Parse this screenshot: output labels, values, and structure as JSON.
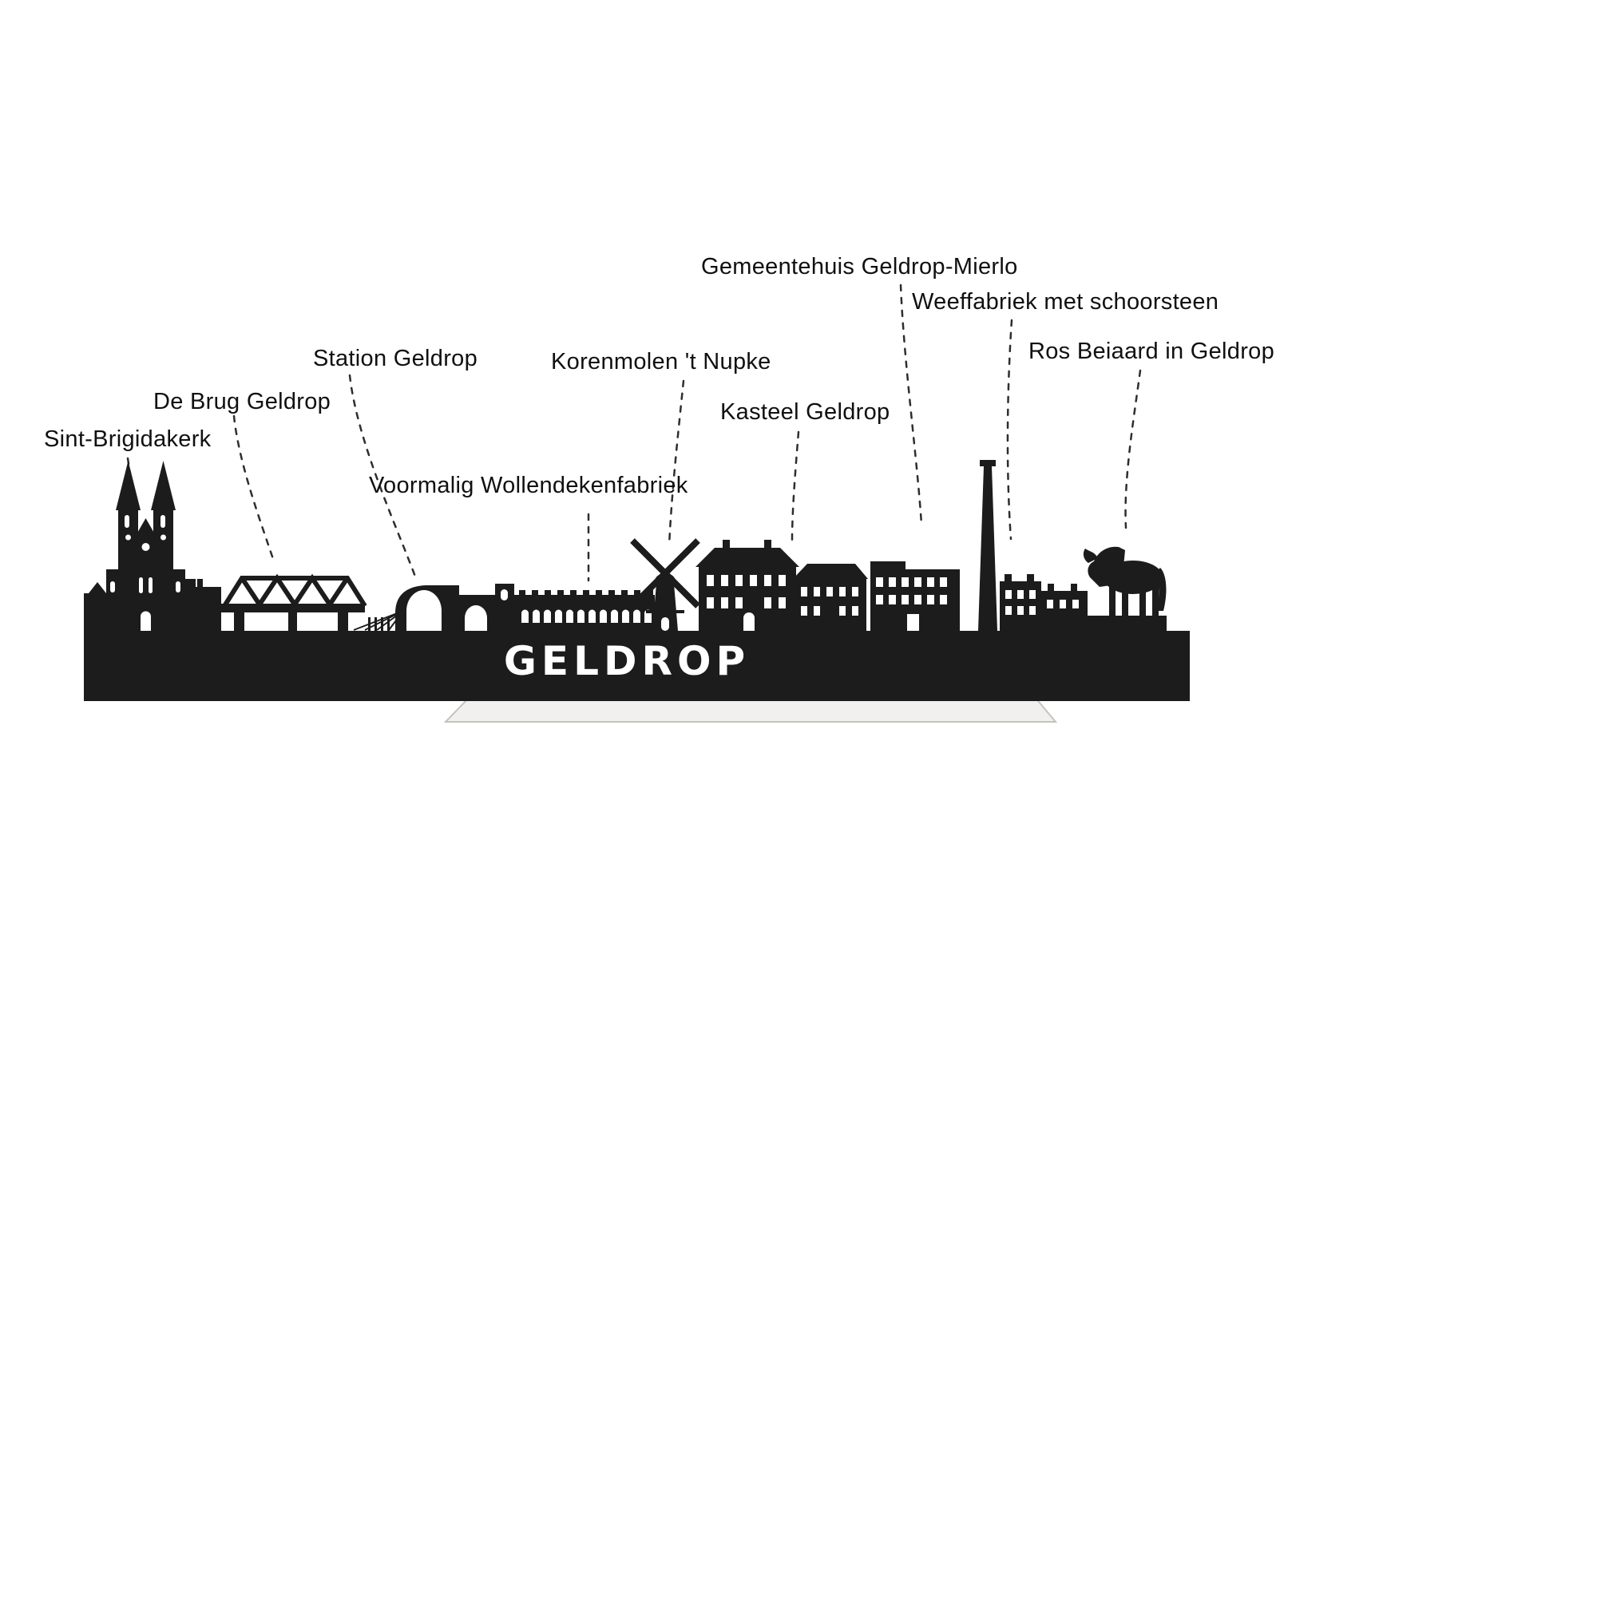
{
  "title": "GELDROP",
  "colors": {
    "silhouette": "#1c1c1c",
    "background": "#ffffff",
    "stand_fill": "#f2f0ee",
    "stand_stroke": "#c6c2be",
    "label_text": "#101010",
    "leader_line": "#2e2e2e",
    "title_text": "#ffffff"
  },
  "labels": [
    {
      "id": "sint-brigidakerk",
      "text": "Sint-Brigidakerk"
    },
    {
      "id": "de-brug-geldrop",
      "text": "De Brug Geldrop"
    },
    {
      "id": "station-geldrop",
      "text": "Station Geldrop"
    },
    {
      "id": "voormalig-wollendekenfabriek",
      "text": "Voormalig Wollendekenfabriek"
    },
    {
      "id": "korenmolen-t-nupke",
      "text": "Korenmolen 't Nupke"
    },
    {
      "id": "kasteel-geldrop",
      "text": "Kasteel Geldrop"
    },
    {
      "id": "gemeentehuis-geldrop-mierlo",
      "text": "Gemeentehuis Geldrop-Mierlo"
    },
    {
      "id": "weeffabriek-met-schoorsteen",
      "text": "Weeffabriek met schoorsteen"
    },
    {
      "id": "ros-beiaard-in-geldrop",
      "text": "Ros Beiaard in Geldrop"
    }
  ]
}
